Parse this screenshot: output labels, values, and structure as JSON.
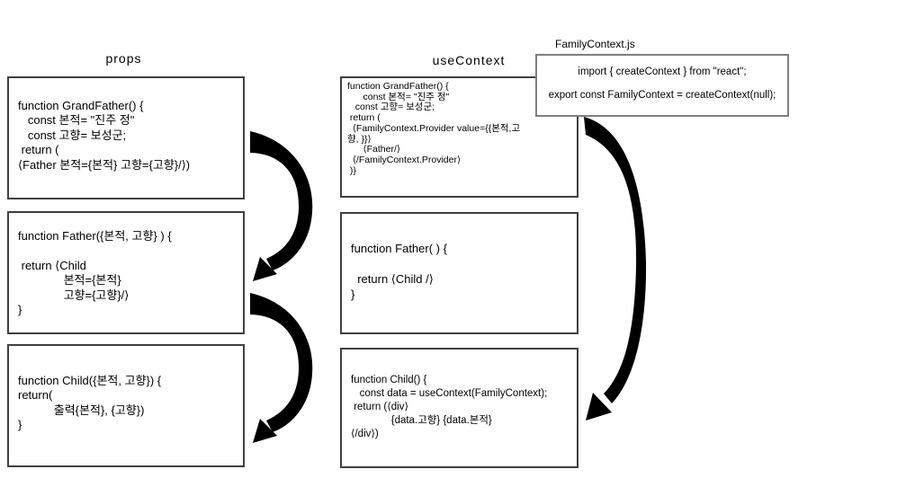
{
  "diagram": {
    "props_column": {
      "label": "props",
      "grandfather_code": "function GrandFather() {\n   const 본적= \"진주 정\"\n   const 고향= 보성군;\n return (\n⟨Father 본적={본적} 고향={고향}/⟩)",
      "father_code": "function Father({본적, 고향} ) {\n\n return ⟨Child\n              본적={본적}\n              고향={고향}/⟩\n}",
      "child_code": "function Child({본적, 고향}) {\nreturn(\n           출력{본적}, {고향})\n}"
    },
    "usecontext_column": {
      "label": "useContext",
      "grandfather_code": "function GrandFather() {\n      const 본적= \"진주 정\"\n   const 고향= 보성군;\n return (\n  ⟨FamilyContext.Provider value={{본적,고\n향, }}⟩\n      ⟨Father/⟩\n  ⟨/FamilyContext.Provider⟩\n )}",
      "father_code": "function Father( ) {\n\n  return ⟨Child /⟩\n}",
      "child_code": "function Child() {\n   const data = useContext(FamilyContext);\n return (⟨div⟩\n              {data.고향} {data.본적}\n⟨/div⟩)"
    },
    "family_context_file": {
      "label": "FamilyContext.js",
      "code": "import { createContext } from \"react\";\n\nexport const FamilyContext = createContext(null);"
    },
    "arrows": {
      "color": "#000000",
      "items": [
        {
          "name": "props-grandfather-to-father",
          "from": "props GrandFather box",
          "to": "props Father box"
        },
        {
          "name": "props-father-to-child",
          "from": "props Father box",
          "to": "props Child box"
        },
        {
          "name": "familycontext-to-usecontext-child",
          "from": "FamilyContext.js box",
          "to": "useContext Child box"
        }
      ]
    }
  }
}
